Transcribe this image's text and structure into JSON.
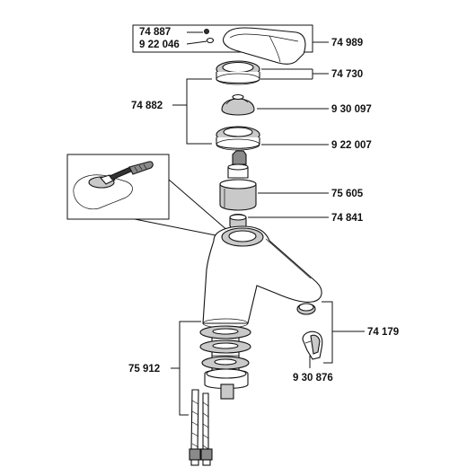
{
  "parts": {
    "p74887": "74 887",
    "p922046": "9 22 046",
    "p74989": "74 989",
    "p74730": "74 730",
    "p74882": "74 882",
    "p930097": "9 30 097",
    "p922007": "9 22 007",
    "p75605": "75 605",
    "p74841": "74 841",
    "p74179": "74 179",
    "p75912": "75 912",
    "p930876": "9 30 876"
  }
}
